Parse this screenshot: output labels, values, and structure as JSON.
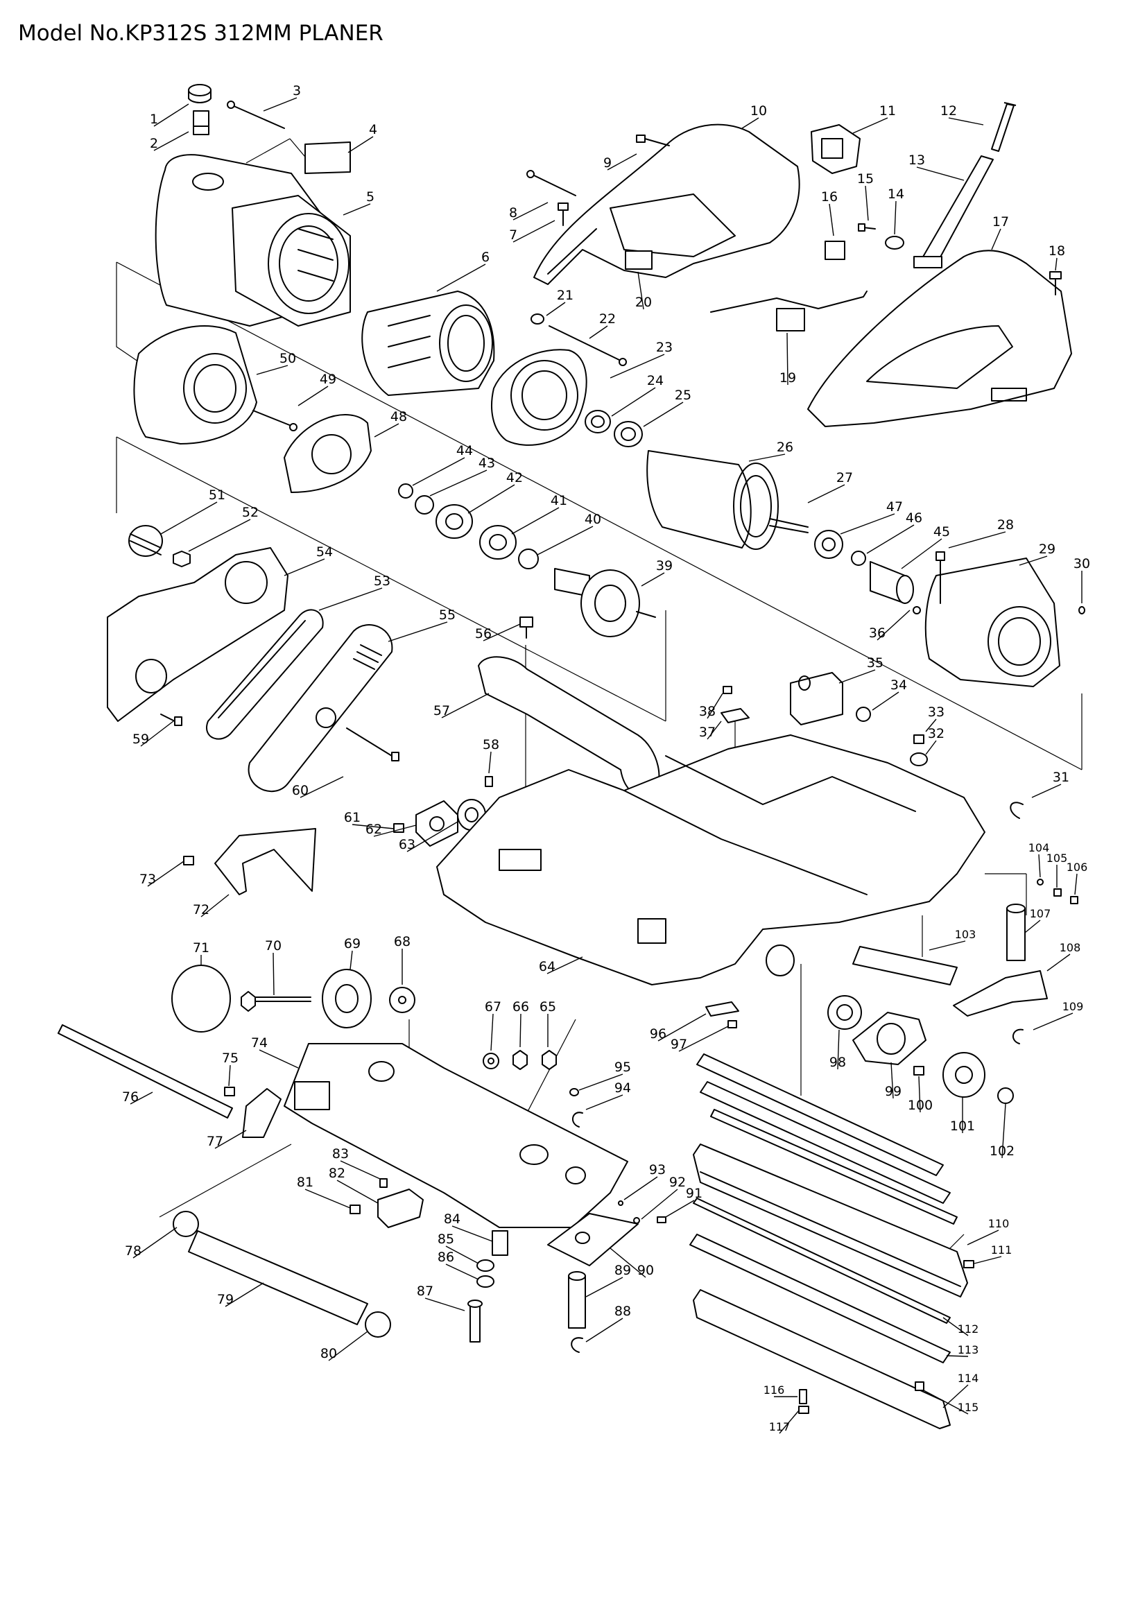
{
  "title": "Model No.KP312S 312MM PLANER",
  "parts": [
    {
      "n": "1"
    },
    {
      "n": "2"
    },
    {
      "n": "3"
    },
    {
      "n": "4"
    },
    {
      "n": "5"
    },
    {
      "n": "6"
    },
    {
      "n": "7"
    },
    {
      "n": "8"
    },
    {
      "n": "9"
    },
    {
      "n": "10"
    },
    {
      "n": "11"
    },
    {
      "n": "12"
    },
    {
      "n": "13"
    },
    {
      "n": "14"
    },
    {
      "n": "15"
    },
    {
      "n": "16"
    },
    {
      "n": "17"
    },
    {
      "n": "18"
    },
    {
      "n": "19"
    },
    {
      "n": "20"
    },
    {
      "n": "21"
    },
    {
      "n": "22"
    },
    {
      "n": "23"
    },
    {
      "n": "24"
    },
    {
      "n": "25"
    },
    {
      "n": "26"
    },
    {
      "n": "27"
    },
    {
      "n": "28"
    },
    {
      "n": "29"
    },
    {
      "n": "30"
    },
    {
      "n": "31"
    },
    {
      "n": "32"
    },
    {
      "n": "33"
    },
    {
      "n": "34"
    },
    {
      "n": "35"
    },
    {
      "n": "36"
    },
    {
      "n": "37"
    },
    {
      "n": "38"
    },
    {
      "n": "39"
    },
    {
      "n": "40"
    },
    {
      "n": "41"
    },
    {
      "n": "42"
    },
    {
      "n": "43"
    },
    {
      "n": "44"
    },
    {
      "n": "45"
    },
    {
      "n": "46"
    },
    {
      "n": "47"
    },
    {
      "n": "48"
    },
    {
      "n": "49"
    },
    {
      "n": "50"
    },
    {
      "n": "51"
    },
    {
      "n": "52"
    },
    {
      "n": "53"
    },
    {
      "n": "54"
    },
    {
      "n": "55"
    },
    {
      "n": "56"
    },
    {
      "n": "57"
    },
    {
      "n": "58"
    },
    {
      "n": "59"
    },
    {
      "n": "60"
    },
    {
      "n": "61"
    },
    {
      "n": "62"
    },
    {
      "n": "63"
    },
    {
      "n": "64"
    },
    {
      "n": "65"
    },
    {
      "n": "66"
    },
    {
      "n": "67"
    },
    {
      "n": "68"
    },
    {
      "n": "69"
    },
    {
      "n": "70"
    },
    {
      "n": "71"
    },
    {
      "n": "72"
    },
    {
      "n": "73"
    },
    {
      "n": "74"
    },
    {
      "n": "75"
    },
    {
      "n": "76"
    },
    {
      "n": "77"
    },
    {
      "n": "78"
    },
    {
      "n": "79"
    },
    {
      "n": "80"
    },
    {
      "n": "81"
    },
    {
      "n": "82"
    },
    {
      "n": "83"
    },
    {
      "n": "84"
    },
    {
      "n": "85"
    },
    {
      "n": "86"
    },
    {
      "n": "87"
    },
    {
      "n": "88"
    },
    {
      "n": "89"
    },
    {
      "n": "90"
    },
    {
      "n": "91"
    },
    {
      "n": "92"
    },
    {
      "n": "93"
    },
    {
      "n": "94"
    },
    {
      "n": "95"
    },
    {
      "n": "96"
    },
    {
      "n": "97"
    },
    {
      "n": "98"
    },
    {
      "n": "99"
    },
    {
      "n": "100"
    },
    {
      "n": "101"
    },
    {
      "n": "102"
    },
    {
      "n": "103"
    },
    {
      "n": "104"
    },
    {
      "n": "105"
    },
    {
      "n": "106"
    },
    {
      "n": "107"
    },
    {
      "n": "108"
    },
    {
      "n": "109"
    },
    {
      "n": "110"
    },
    {
      "n": "111"
    },
    {
      "n": "112"
    },
    {
      "n": "113"
    },
    {
      "n": "114"
    },
    {
      "n": "115"
    },
    {
      "n": "116"
    },
    {
      "n": "117"
    }
  ]
}
